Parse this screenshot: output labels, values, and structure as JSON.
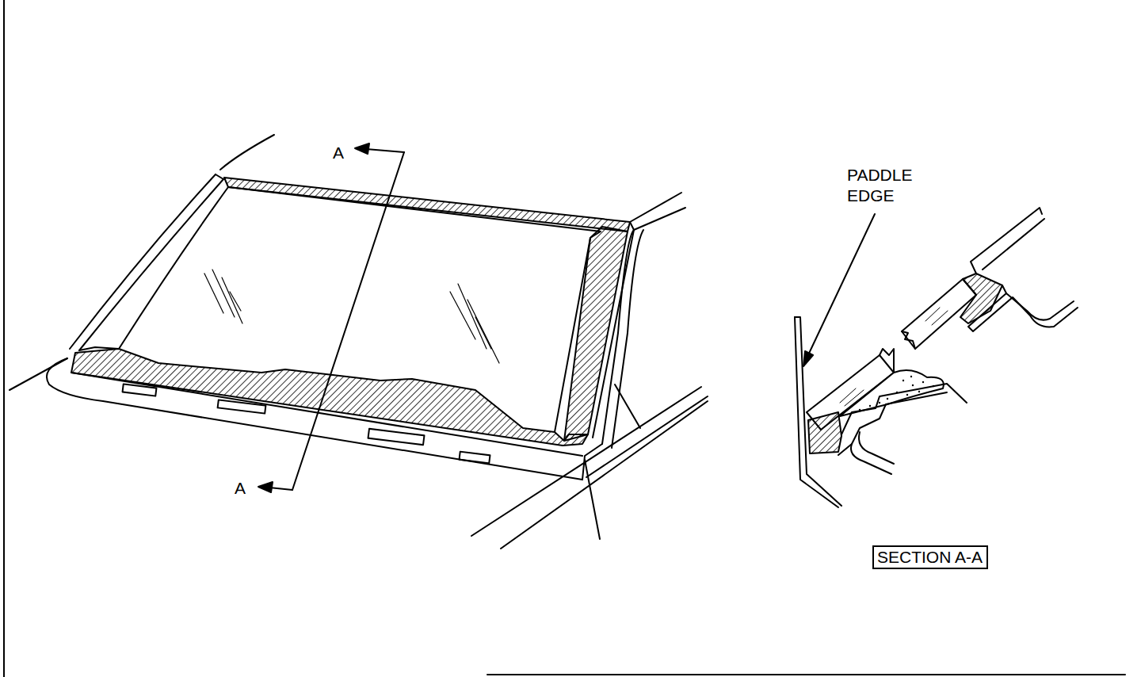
{
  "diagram": {
    "nodes": [
      {
        "text": [
          "SECTION A-A"
        ]
      }
    ],
    "labels": [
      "A",
      "A",
      "PADDLE EDGE"
    ]
  }
}
